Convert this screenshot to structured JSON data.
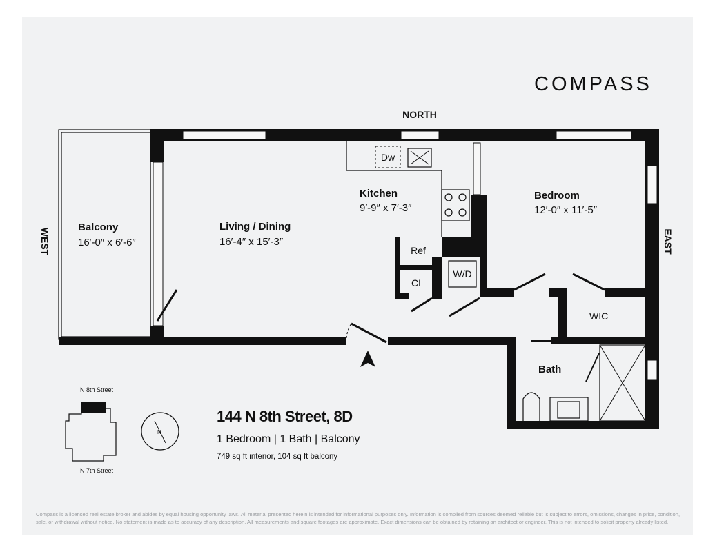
{
  "brand": {
    "logo": "COMPASS"
  },
  "orientation": {
    "north": "NORTH",
    "west": "WEST",
    "east": "EAST"
  },
  "rooms": {
    "balcony": {
      "name": "Balcony",
      "dims": "16′-0″ x 6′-6″"
    },
    "living": {
      "name": "Living / Dining",
      "dims": "16′-4″ x 15′-3″"
    },
    "kitchen": {
      "name": "Kitchen",
      "dims": "9′-9″ x 7′-3″"
    },
    "bedroom": {
      "name": "Bedroom",
      "dims": "12′-0″ x 11′-5″"
    },
    "bath": {
      "name": "Bath"
    },
    "wic": {
      "name": "WIC"
    }
  },
  "fixtures": {
    "dishwasher": "Dw",
    "refrigerator": "Ref",
    "closet": "CL",
    "washer_dryer": "W/D"
  },
  "key_plan": {
    "top_street": "N 8th Street",
    "bottom_street": "N 7th Street",
    "compass_letter": "N"
  },
  "listing": {
    "address": "144 N 8th Street, 8D",
    "summary": "1 Bedroom | 1 Bath | Balcony",
    "area": "749 sq ft interior, 104 sq ft balcony"
  },
  "disclaimer": "Compass is a licensed real estate broker and abides by equal housing opportunity laws. All material presented herein is intended for informational purposes only. Information is compiled from sources deemed reliable but is subject to errors, omissions, changes in price, condition, sale, or withdrawal without notice. No statement is made as to accuracy of any description. All measurements and square footages are approximate. Exact dimensions can be obtained by retaining an architect or engineer. This is not intended to solicit property already listed."
}
